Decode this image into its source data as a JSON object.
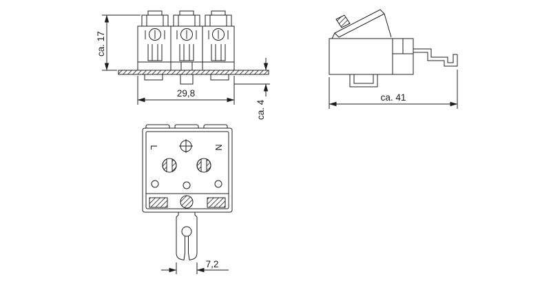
{
  "colors": {
    "line": "#1c1c1c",
    "background": "#ffffff"
  },
  "views": {
    "front": {
      "dim_height": "ca. 17",
      "dim_width": "29,8",
      "dim_snap_depth": "ca. 4"
    },
    "side": {
      "dim_length": "ca. 41"
    },
    "plan": {
      "label_line": "L",
      "label_neutral": "N",
      "earth_icon": "earth-screw-symbol",
      "dim_foot_width": "7,2"
    }
  }
}
